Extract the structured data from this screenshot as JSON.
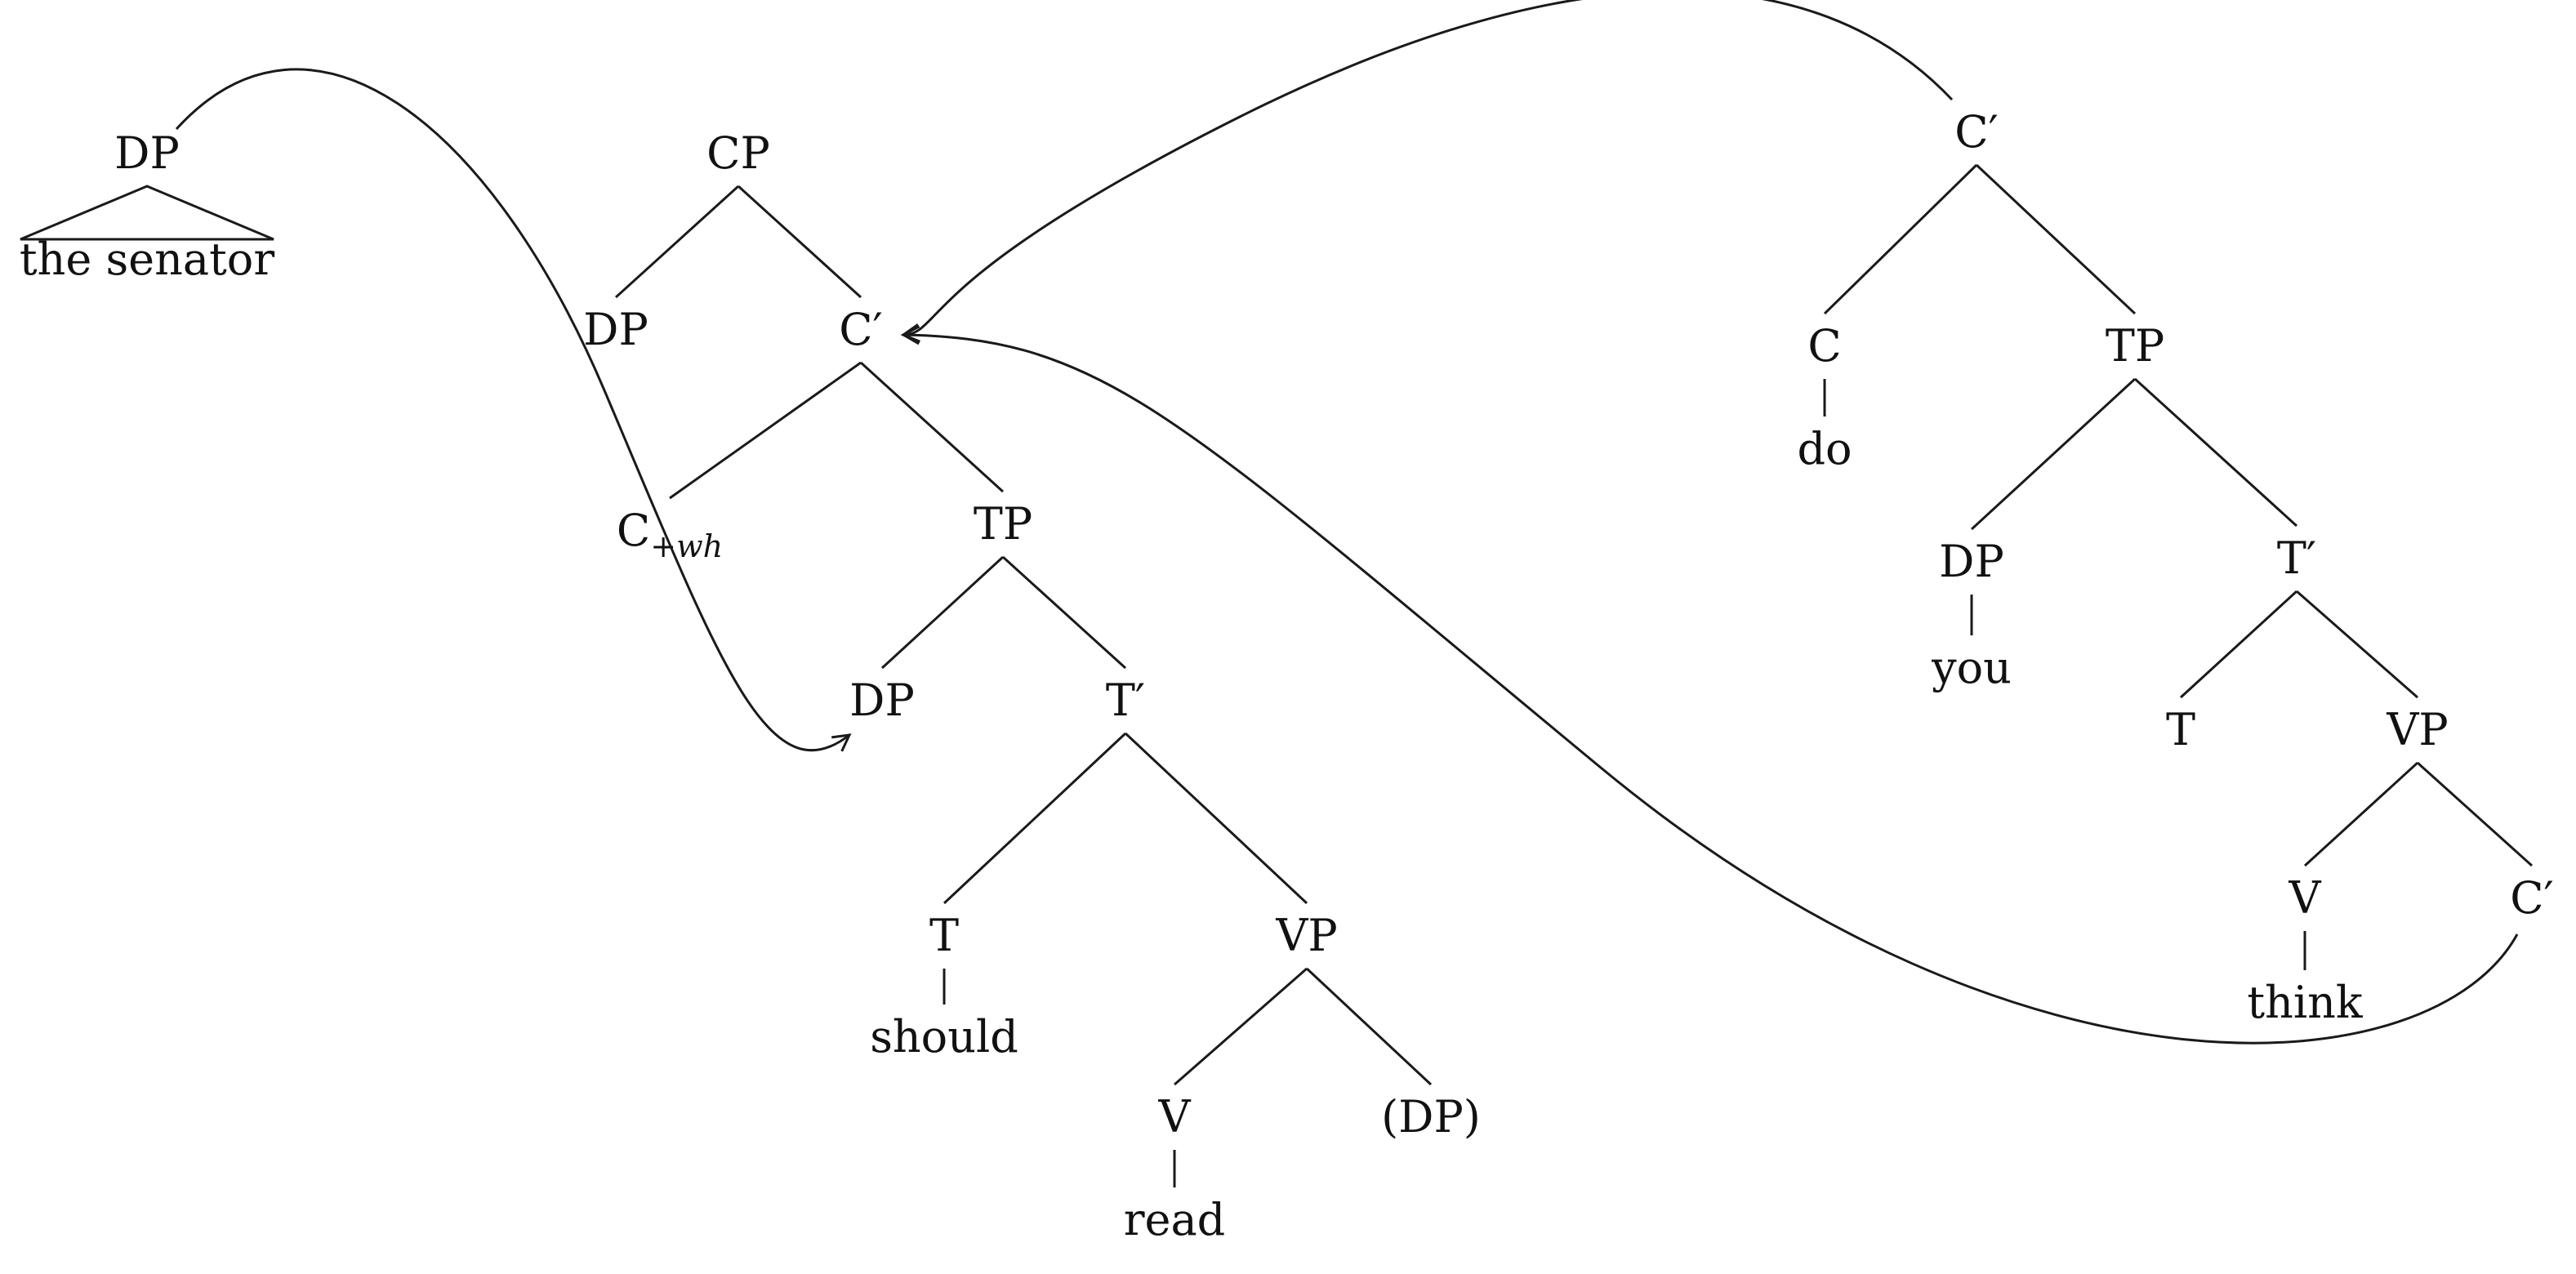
{
  "nodes": [
    {
      "id": "top-dp",
      "label": "DP"
    },
    {
      "id": "top-dp-phrase",
      "label": "the senator"
    },
    {
      "id": "cp",
      "label": "CP"
    },
    {
      "id": "cp-spec-dp",
      "label": "DP"
    },
    {
      "id": "c-bar-low",
      "label": "C′"
    },
    {
      "id": "c-wh",
      "label": "C",
      "sub": "+wh"
    },
    {
      "id": "tp-low",
      "label": "TP"
    },
    {
      "id": "tp-low-spec-dp",
      "label": "DP"
    },
    {
      "id": "t-bar-low",
      "label": "T′"
    },
    {
      "id": "t-low",
      "label": "T"
    },
    {
      "id": "t-low-word",
      "label": "should"
    },
    {
      "id": "vp-low",
      "label": "VP"
    },
    {
      "id": "v-low",
      "label": "V"
    },
    {
      "id": "v-low-word",
      "label": "read"
    },
    {
      "id": "dp-object",
      "label": "(DP)"
    },
    {
      "id": "c-bar-top",
      "label": "C′"
    },
    {
      "id": "c-top",
      "label": "C"
    },
    {
      "id": "c-top-word",
      "label": "do"
    },
    {
      "id": "tp-top",
      "label": "TP"
    },
    {
      "id": "tp-top-spec-dp",
      "label": "DP"
    },
    {
      "id": "tp-top-spec-word",
      "label": "you"
    },
    {
      "id": "t-bar-top",
      "label": "T′"
    },
    {
      "id": "t-top",
      "label": "T"
    },
    {
      "id": "vp-top",
      "label": "VP"
    },
    {
      "id": "v-top",
      "label": "V"
    },
    {
      "id": "v-top-word",
      "label": "think"
    },
    {
      "id": "c-bar-complement",
      "label": "C′"
    }
  ],
  "edges": [
    [
      "cp",
      "cp-spec-dp"
    ],
    [
      "cp",
      "c-bar-low"
    ],
    [
      "c-bar-low",
      "c-wh"
    ],
    [
      "c-bar-low",
      "tp-low"
    ],
    [
      "tp-low",
      "tp-low-spec-dp"
    ],
    [
      "tp-low",
      "t-bar-low"
    ],
    [
      "t-bar-low",
      "t-low"
    ],
    [
      "t-bar-low",
      "vp-low"
    ],
    [
      "t-low",
      "t-low-word"
    ],
    [
      "vp-low",
      "v-low"
    ],
    [
      "vp-low",
      "dp-object"
    ],
    [
      "v-low",
      "v-low-word"
    ],
    [
      "c-bar-top",
      "c-top"
    ],
    [
      "c-bar-top",
      "tp-top"
    ],
    [
      "c-top",
      "c-top-word"
    ],
    [
      "tp-top",
      "tp-top-spec-dp"
    ],
    [
      "tp-top",
      "t-bar-top"
    ],
    [
      "tp-top-spec-dp",
      "tp-top-spec-word"
    ],
    [
      "t-bar-top",
      "t-top"
    ],
    [
      "t-bar-top",
      "vp-top"
    ],
    [
      "vp-top",
      "v-top"
    ],
    [
      "vp-top",
      "c-bar-complement"
    ],
    [
      "v-top",
      "v-top-word"
    ]
  ],
  "arrows": [
    {
      "from": "top-dp",
      "to": "tp-low-spec-dp"
    },
    {
      "from": "c-bar-top",
      "to": "c-bar-low"
    },
    {
      "from": "c-bar-complement",
      "to": "c-bar-low"
    }
  ]
}
